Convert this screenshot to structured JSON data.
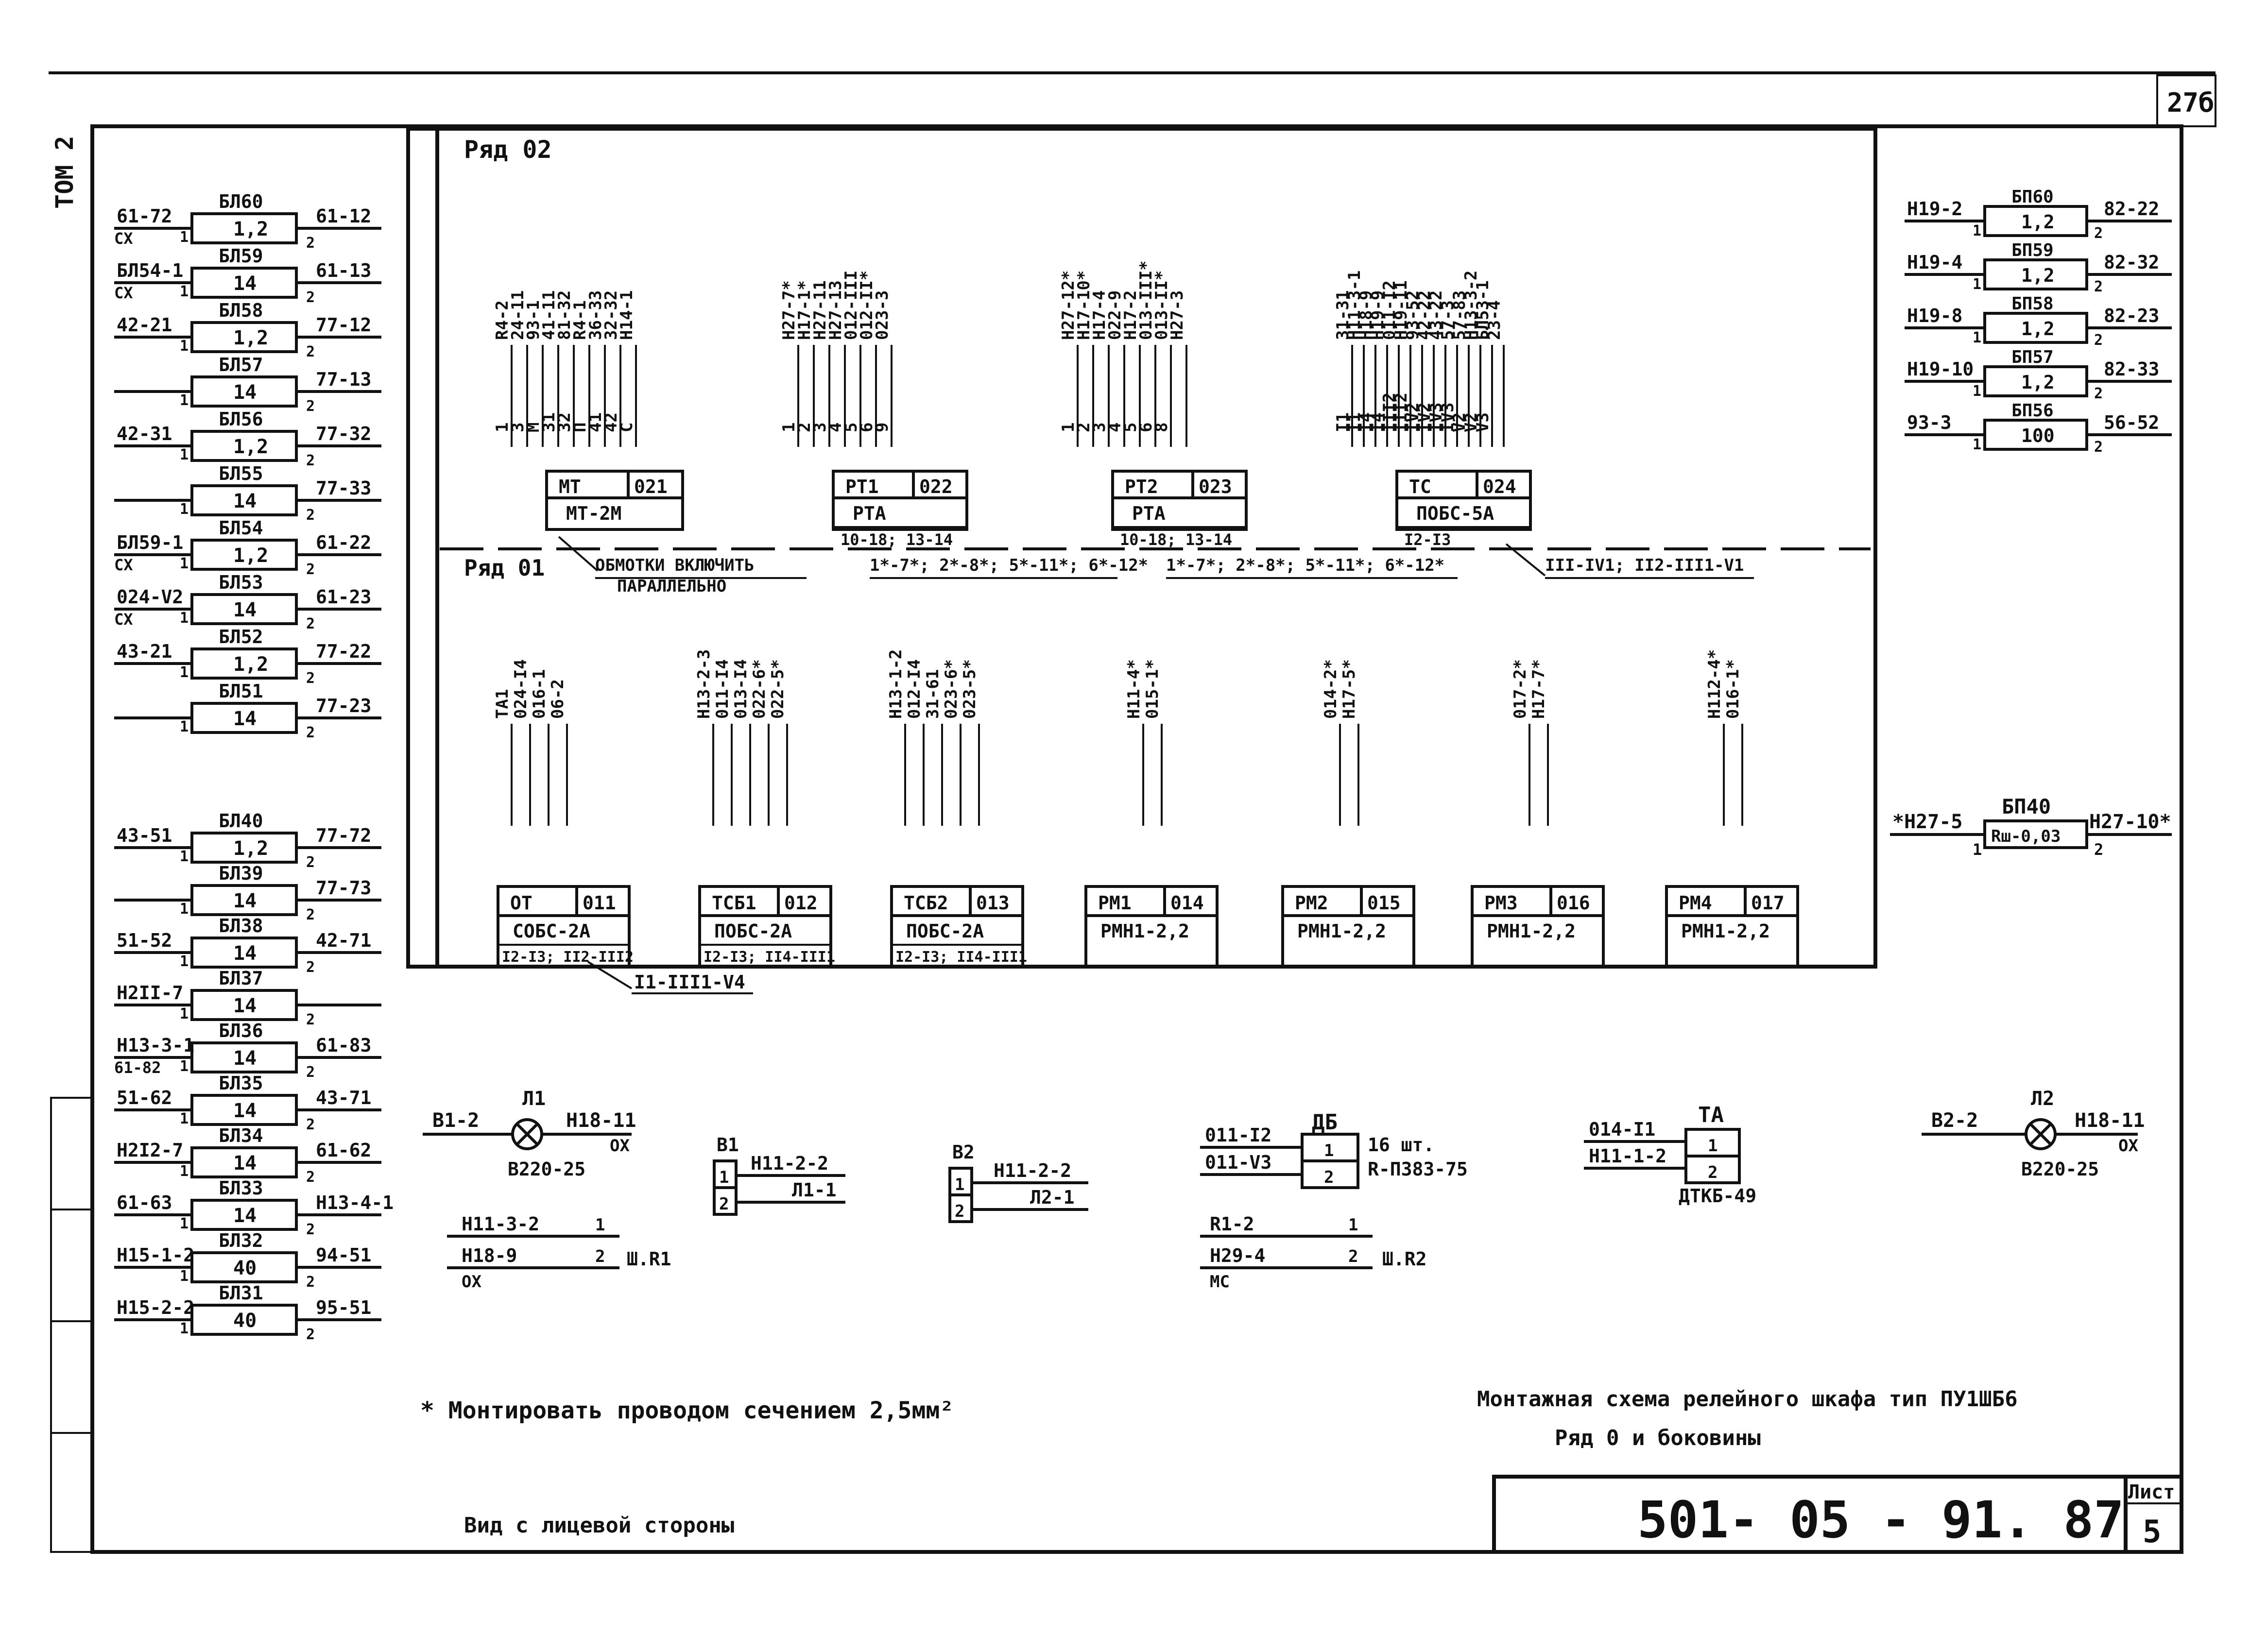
{
  "page_number": "27б",
  "album": "ТОМ 2",
  "row_02_label": "Ряд 02",
  "row_01_label": "Ряд 01",
  "left_blocks": [
    {
      "name": "БЛ60",
      "value": "1,2",
      "left": "61-72",
      "left_sub": "СХ",
      "right": "61-12"
    },
    {
      "name": "БЛ59",
      "value": "14",
      "left": "БЛ54-1",
      "left_sub": "СХ",
      "right": "61-13"
    },
    {
      "name": "БЛ58",
      "value": "1,2",
      "left": "42-21",
      "left_sub": "",
      "right": "77-12"
    },
    {
      "name": "БЛ57",
      "value": "14",
      "left": "",
      "left_sub": "",
      "right": "77-13"
    },
    {
      "name": "БЛ56",
      "value": "1,2",
      "left": "42-31",
      "left_sub": "",
      "right": "77-32"
    },
    {
      "name": "БЛ55",
      "value": "14",
      "left": "",
      "left_sub": "",
      "right": "77-33"
    },
    {
      "name": "БЛ54",
      "value": "1,2",
      "left": "БЛ59-1",
      "left_sub": "СХ",
      "right": "61-22"
    },
    {
      "name": "БЛ53",
      "value": "14",
      "left": "024-V2",
      "left_sub": "СХ",
      "right": "61-23"
    },
    {
      "name": "БЛ52",
      "value": "1,2",
      "left": "43-21",
      "left_sub": "",
      "right": "77-22"
    },
    {
      "name": "БЛ51",
      "value": "14",
      "left": "",
      "left_sub": "",
      "right": "77-23"
    },
    {
      "name": "БЛ40",
      "value": "1,2",
      "left": "43-51",
      "left_sub": "",
      "right": "77-72"
    },
    {
      "name": "БЛ39",
      "value": "14",
      "left": "",
      "left_sub": "",
      "right": "77-73"
    },
    {
      "name": "БЛ38",
      "value": "14",
      "left": "51-52",
      "left_sub": "",
      "right": "42-71"
    },
    {
      "name": "БЛ37",
      "value": "14",
      "left": "Н2II-7",
      "left_sub": "",
      "right": ""
    },
    {
      "name": "БЛ36",
      "value": "14",
      "left": "Н13-3-1",
      "left_sub": "61-82",
      "right": "61-83"
    },
    {
      "name": "БЛ35",
      "value": "14",
      "left": "51-62",
      "left_sub": "",
      "right": "43-71"
    },
    {
      "name": "БЛ34",
      "value": "14",
      "left": "Н2I2-7",
      "left_sub": "",
      "right": "61-62"
    },
    {
      "name": "БЛ33",
      "value": "14",
      "left": "61-63",
      "left_sub": "",
      "right": "Н13-4-1"
    },
    {
      "name": "БЛ32",
      "value": "40",
      "left": "Н15-1-2",
      "left_sub": "",
      "right": "94-51"
    },
    {
      "name": "БЛ31",
      "value": "40",
      "left": "Н15-2-2",
      "left_sub": "",
      "right": "95-51"
    }
  ],
  "right_blocks": [
    {
      "name": "БП60",
      "value": "1,2",
      "left": "Н19-2",
      "right": "82-22"
    },
    {
      "name": "БП59",
      "value": "1,2",
      "left": "Н19-4",
      "right": "82-32"
    },
    {
      "name": "БП58",
      "value": "1,2",
      "left": "Н19-8",
      "right": "82-23"
    },
    {
      "name": "БП57",
      "value": "1,2",
      "left": "Н19-10",
      "right": "82-33"
    },
    {
      "name": "БП56",
      "value": "100",
      "left": "93-3",
      "right": "56-52"
    }
  ],
  "bp40": {
    "name": "БП40",
    "value": "Rш-0,03",
    "left": "*Н27-5",
    "right": "Н27-10*"
  },
  "top_devices": [
    {
      "code": "МТ",
      "pos": "021",
      "type": "МТ-2М",
      "labels_top": [
        "R4-2",
        "24-11",
        "93-1",
        "41-11",
        "81-32",
        "R4-1",
        "36-33",
        "32-32",
        "Н14-1"
      ],
      "labels_bot": [
        "1",
        "3",
        "М",
        "31",
        "32",
        "П",
        "41",
        "42",
        "С"
      ]
    },
    {
      "code": "РТ1",
      "pos": "022",
      "type": "РТА",
      "sub": "10-18; 13-14",
      "labels_top": [
        "Н27-7*",
        "Н17-1*",
        "Н27-11",
        "Н27-13",
        "012-III",
        "012-II*",
        "023-3"
      ],
      "labels_bot": [
        "1",
        "2",
        "3",
        "4",
        "5",
        "6",
        "9"
      ]
    },
    {
      "code": "РТ2",
      "pos": "023",
      "type": "РТА",
      "sub": "10-18; 13-14",
      "labels_top": [
        "Н27-12*",
        "Н17-10*",
        "Н17-4",
        "022-9",
        "Н17-2",
        "013-III*",
        "013-II*",
        "Н27-3"
      ],
      "labels_bot": [
        "1",
        "2",
        "3",
        "4",
        "5",
        "6",
        "8"
      ]
    },
    {
      "code": "ТС",
      "pos": "024",
      "type": "ПОБС-5А",
      "sub": "I2-I3",
      "labels_top": [
        "31-31",
        "Н11-3-1",
        "Н18-9",
        "Н19-9",
        "011-I2",
        "Н19-11",
        "93-52",
        "42-22",
        "43-22",
        "57-3",
        "57-83",
        "Н13-3-2",
        "БЛ53-1",
        "23-4"
      ],
      "labels_bot": [
        "I1",
        "I1",
        "I4",
        "I4",
        "III2",
        "III2",
        "IV2",
        "IV2",
        "IV3",
        "IV3",
        "V2",
        "V2",
        "V3"
      ]
    }
  ],
  "top_notes": {
    "mt": "ОБМОТКИ ВКЛЮЧИТЬ",
    "mt2": "ПАРАЛЛЕЛЬНО",
    "rt1": "1*-7*; 2*-8*; 5*-11*; 6*-12*",
    "rt2": "1*-7*; 2*-8*; 5*-11*; 6*-12*",
    "tc": "III-IV1; II2-III1-V1"
  },
  "bottom_devices": [
    {
      "code": "ОТ",
      "pos": "011",
      "type": "СОБС-2А",
      "sub": "I2-I3; II2-III2",
      "labels_top": [
        "ТА1",
        "024-I4",
        "016-1",
        "06-2"
      ]
    },
    {
      "code": "ТСБ1",
      "pos": "012",
      "type": "ПОБС-2А",
      "sub": "I2-I3; II4-III1",
      "labels_top": [
        "Н13-2-3",
        "011-I4",
        "013-I4",
        "022-6*",
        "022-5*"
      ]
    },
    {
      "code": "ТСБ2",
      "pos": "013",
      "type": "ПОБС-2А",
      "sub": "I2-I3; II4-III1",
      "labels_top": [
        "Н13-1-2",
        "012-I4",
        "31-61",
        "023-6*",
        "023-5*"
      ]
    },
    {
      "code": "РМ1",
      "pos": "014",
      "type": "РМН1-2,2",
      "sub": "",
      "labels_top": [
        "Н11-4*",
        "015-1*"
      ]
    },
    {
      "code": "РМ2",
      "pos": "015",
      "type": "РМН1-2,2",
      "sub": "",
      "labels_top": [
        "014-2*",
        "Н17-5*"
      ]
    },
    {
      "code": "РМ3",
      "pos": "016",
      "type": "РМН1-2,2",
      "sub": "",
      "labels_top": [
        "017-2*",
        "Н17-7*"
      ]
    },
    {
      "code": "РМ4",
      "pos": "017",
      "type": "РМН1-2,2",
      "sub": "",
      "labels_top": [
        "Н112-4*",
        "016-1*"
      ]
    }
  ],
  "bottom_note": "I1-III1-V4",
  "lamp1": {
    "name": "Л1",
    "left": "В1-2",
    "right": "Н18-11",
    "right_sub": "ОХ",
    "type": "В220-25"
  },
  "lamp2": {
    "name": "Л2",
    "left": "В2-2",
    "right": "Н18-11",
    "right_sub": "ОХ",
    "type": "В220-25"
  },
  "b1": {
    "name": "В1",
    "wire": "Н11-2-2",
    "to": "Л1-1"
  },
  "b2": {
    "name": "В2",
    "wire": "Н11-2-2",
    "to": "Л2-1"
  },
  "db": {
    "name": "ДБ",
    "w1": "011-I2",
    "w2": "011-V3",
    "count": "16 шт.",
    "type": "R-П383-75"
  },
  "ta": {
    "name": "ТА",
    "w1": "014-I1",
    "w2": "Н11-1-2",
    "type": "ДТКБ-49"
  },
  "shr1": {
    "w1": "Н11-3-2",
    "w2": "Н18-9",
    "sub": "ОХ",
    "name": "Ш.R1"
  },
  "shr2": {
    "w1": "R1-2",
    "w2": "Н29-4",
    "sub": "МС",
    "name": "Ш.R2"
  },
  "footnote": "* Монтировать проводом сечением 2,5мм²",
  "title_line1": "Монтажная схема релейного шкафа тип ПУ1ШБ6",
  "title_line2": "Ряд 0 и боковины",
  "view_label": "Вид с лицевой стороны",
  "drawing_code": "501- 05 - 91. 87",
  "sheet_label": "Лист",
  "sheet_number": "5"
}
